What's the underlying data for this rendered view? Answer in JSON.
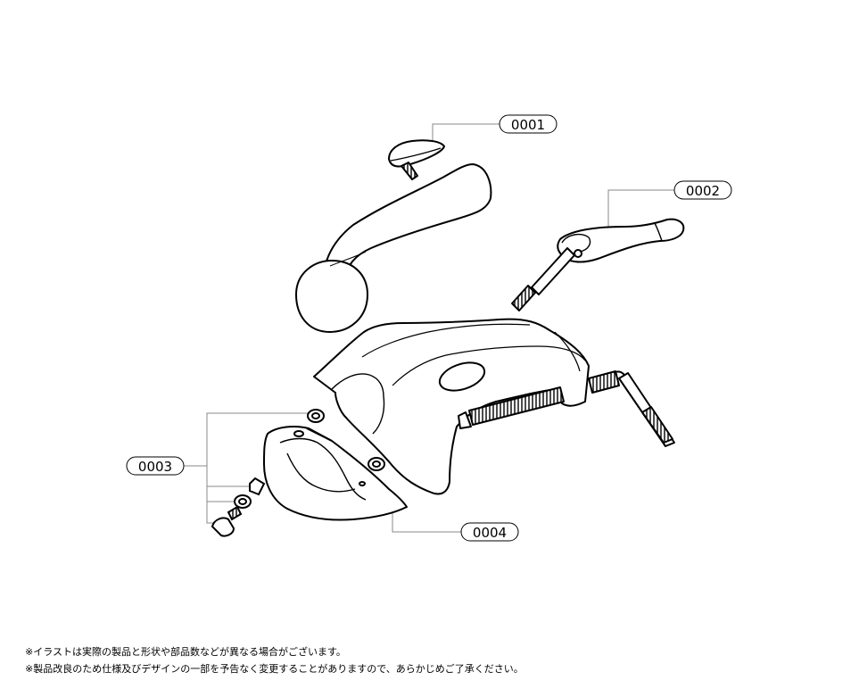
{
  "callouts": {
    "c0001": "0001",
    "c0002": "0002",
    "c0003": "0003",
    "c0004": "0004"
  },
  "notes": [
    "※イラストは実際の製品と形状や部品数などが異なる場合がございます。",
    "※製品改良のため仕様及びデザインの一部を予告なく変更することがありますので、あらかじめご了承ください。"
  ],
  "colors": {
    "line": "#000000",
    "leader": "#888888",
    "background": "#ffffff"
  }
}
